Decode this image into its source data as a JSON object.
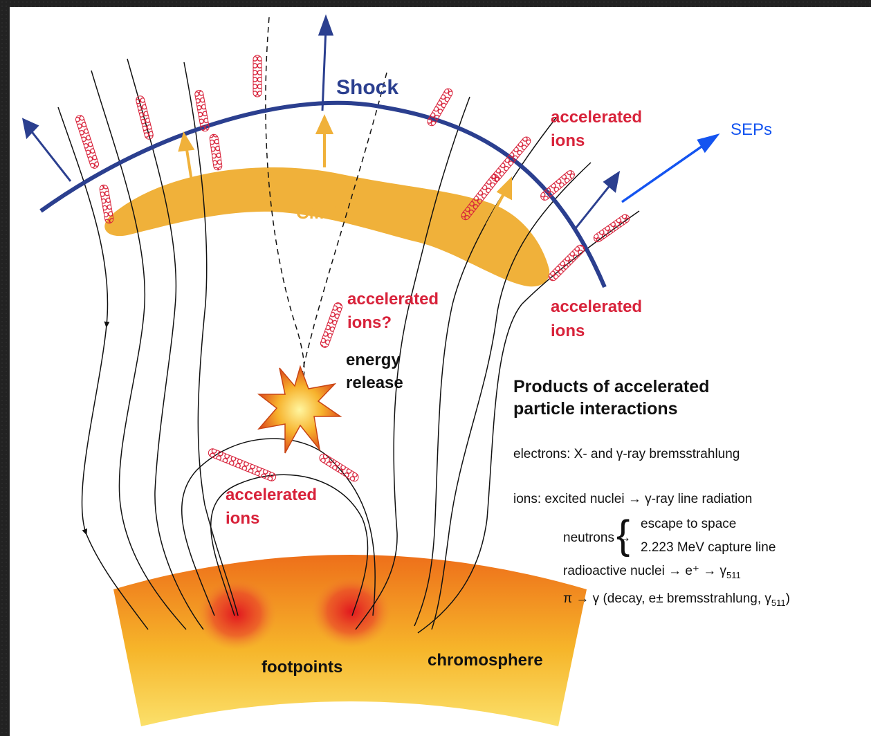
{
  "labels": {
    "shock": "Shock",
    "cme": "CME",
    "seps": "SEPs",
    "acc_ions_top_l1": "accelerated",
    "acc_ions_top_l2": "ions",
    "acc_ions_q_l1": "accelerated",
    "acc_ions_q_l2": "ions?",
    "acc_ions_right_l1": "accelerated",
    "acc_ions_right_l2": "ions",
    "acc_ions_loop_l1": "accelerated",
    "acc_ions_loop_l2": "ions",
    "energy_l1": "energy",
    "energy_l2": "release",
    "footpoints": "footpoints",
    "chromosphere": "chromosphere"
  },
  "products": {
    "title_l1": "Products of accelerated",
    "title_l2": "particle interactions",
    "electrons": "electrons: X- and γ-ray bremsstrahlung",
    "ions": "ions:  excited nuclei → γ-ray line radiation",
    "neutrons_label": "neutrons →",
    "neutrons_opt1": "escape to space",
    "neutrons_opt2": "2.223 MeV capture line",
    "radioactive": "radioactive nuclei → e⁺ → γ",
    "radioactive_sub": "511",
    "pion_main": "π → γ (decay, e± bremsstrahlung, γ",
    "pion_sub": "511",
    "pion_end": ")"
  },
  "colors": {
    "shock": "#2b3f8f",
    "cme": "#f0b13a",
    "ions": "#d8223a",
    "seps": "#1454f0",
    "field_lines": "#111111"
  }
}
